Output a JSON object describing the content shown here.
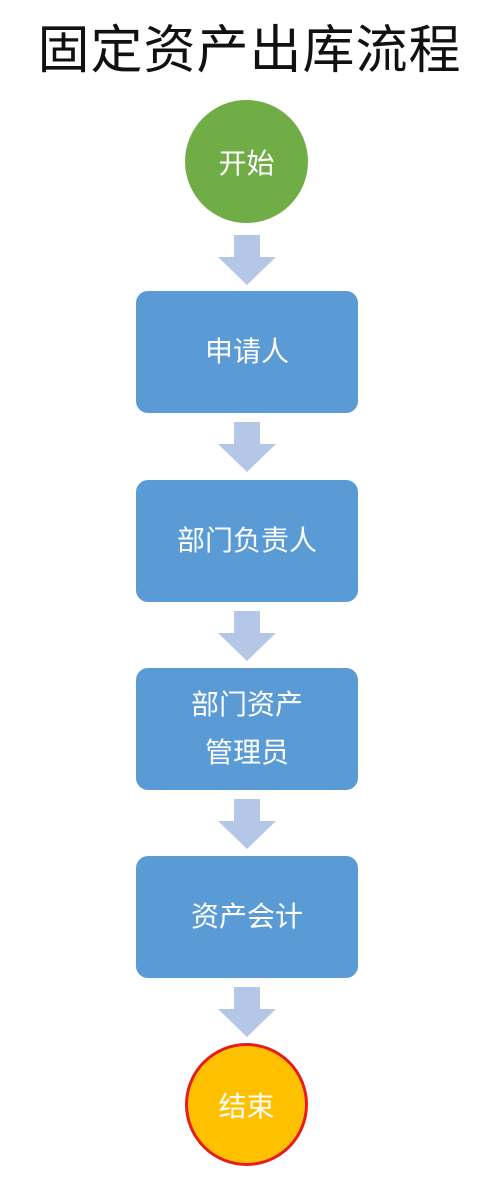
{
  "title": "固定资产出库流程",
  "start": "开始",
  "steps": [
    {
      "lines": [
        "申请人"
      ]
    },
    {
      "lines": [
        "部门负责人"
      ]
    },
    {
      "lines": [
        "部门资产",
        "管理员"
      ]
    },
    {
      "lines": [
        "资产会计"
      ]
    }
  ],
  "end": "结束",
  "colors": {
    "start_fill": "#70ad47",
    "step_fill": "#5b9bd5",
    "arrow_fill": "#b4c7e7",
    "end_fill": "#ffc000",
    "end_border": "#e81c1c"
  }
}
